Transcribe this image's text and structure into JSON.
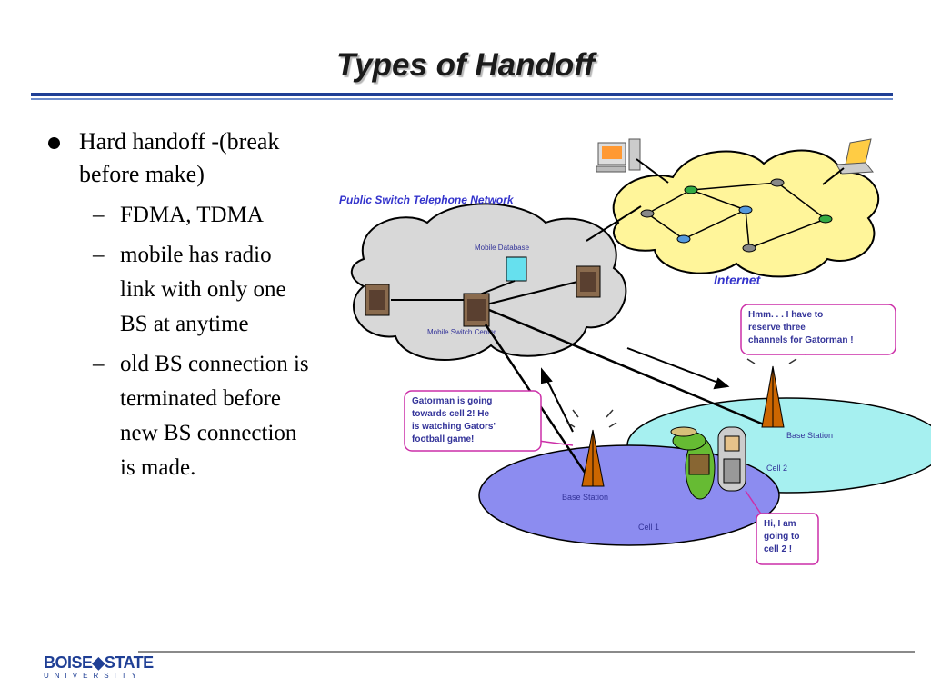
{
  "slide": {
    "title": "Types of Handoff",
    "bullet": "Hard handoff -(break before make)",
    "sub_bullets": [
      "FDMA, TDMA",
      "mobile has radio link with only one BS at anytime",
      "old BS connection is terminated before new BS connection is made."
    ],
    "dash": "–"
  },
  "figure": {
    "pstn_label": "Public Switch Telephone Network",
    "mobile_database": "Mobile Database",
    "mobile_switch_center": "Mobile Switch Center",
    "internet_label": "Internet",
    "base_station_1": "Base Station",
    "base_station_2": "Base Station",
    "cell_1": "Cell 1",
    "cell_2": "Cell 2",
    "callout_left": [
      "Gatorman is going",
      "towards cell 2! He",
      "is watching Gators'",
      "football game!"
    ],
    "callout_right": [
      "Hmm. . . I have to",
      "reserve three",
      "channels for Gatorman !"
    ],
    "callout_bottom": [
      "Hi, I am",
      "going to",
      "cell 2 !"
    ],
    "colors": {
      "pstn_text": "#3333cc",
      "internet_cloud": "#fff59a",
      "pstn_cloud": "#d8d8d8",
      "cell_1": "#8c8cf0",
      "cell_2": "#a6f0f0",
      "callout_border": "#cc2fa8"
    }
  },
  "footer": {
    "logo_top": "BOISE◆STATE",
    "logo_bottom": "UNIVERSITY"
  }
}
